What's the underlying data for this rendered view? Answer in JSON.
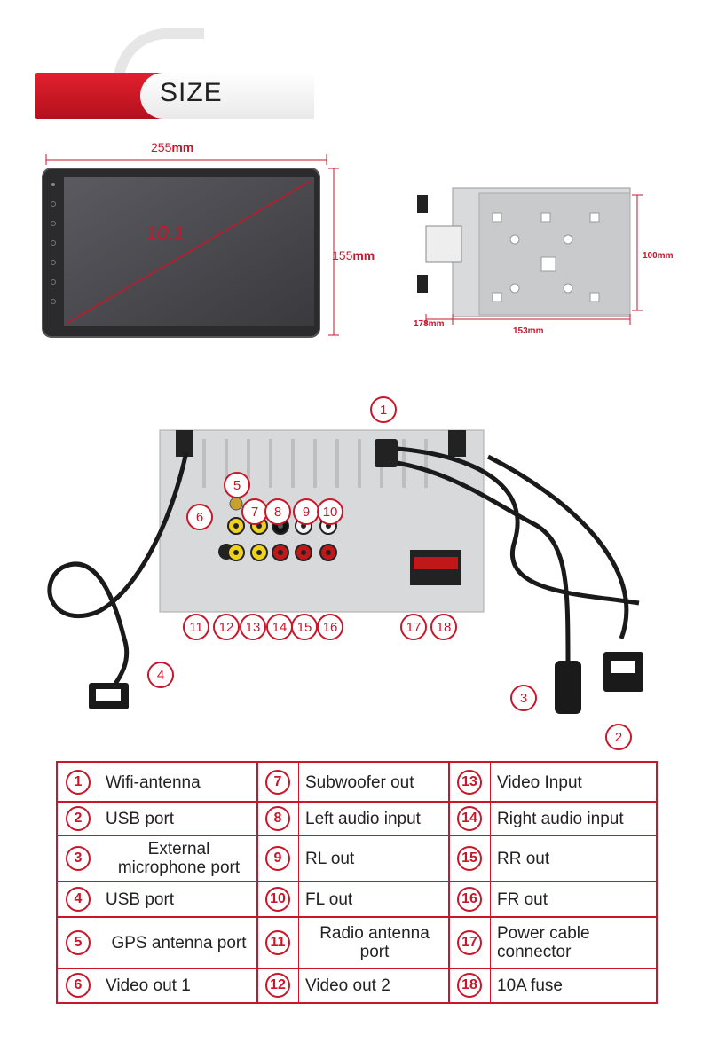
{
  "banner": {
    "title": "SIZE"
  },
  "dims": {
    "screen_width_num": "255",
    "screen_width_unit": "mm",
    "screen_height_num": "155",
    "screen_height_unit": "mm",
    "screen_diag": "10.1",
    "back_height": "100mm",
    "back_depth": "178mm",
    "back_width": "153mm"
  },
  "callouts": [
    "1",
    "2",
    "3",
    "4",
    "5",
    "6",
    "7",
    "8",
    "9",
    "10",
    "11",
    "12",
    "13",
    "14",
    "15",
    "16",
    "17",
    "18"
  ],
  "legend": {
    "rows": [
      [
        {
          "n": "1",
          "t": "Wifi-antenna"
        },
        {
          "n": "7",
          "t": "Subwoofer out"
        },
        {
          "n": "13",
          "t": "Video Input"
        }
      ],
      [
        {
          "n": "2",
          "t": "USB port"
        },
        {
          "n": "8",
          "t": "Left audio input"
        },
        {
          "n": "14",
          "t": "Right audio input"
        }
      ],
      [
        {
          "n": "3",
          "t": "External microphone port"
        },
        {
          "n": "9",
          "t": "RL out"
        },
        {
          "n": "15",
          "t": "RR out"
        }
      ],
      [
        {
          "n": "4",
          "t": "USB port"
        },
        {
          "n": "10",
          "t": "FL out"
        },
        {
          "n": "16",
          "t": "FR out"
        }
      ],
      [
        {
          "n": "5",
          "t": "GPS antenna port"
        },
        {
          "n": "11",
          "t": "Radio antenna port"
        },
        {
          "n": "17",
          "t": "Power cable connector"
        }
      ],
      [
        {
          "n": "6",
          "t": "Video out 1"
        },
        {
          "n": "12",
          "t": "Video out 2"
        },
        {
          "n": "18",
          "t": "10A fuse"
        }
      ]
    ]
  },
  "colors": {
    "accent": "#c9162a"
  }
}
